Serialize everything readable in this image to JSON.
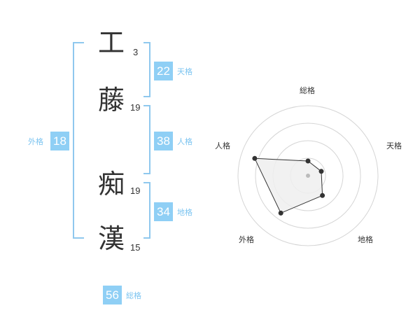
{
  "names": [
    {
      "char": "工",
      "strokes": "3"
    },
    {
      "char": "藤",
      "strokes": "19"
    },
    {
      "char": "痴",
      "strokes": "19"
    },
    {
      "char": "漢",
      "strokes": "15"
    }
  ],
  "fortunes": {
    "tenkaku": {
      "value": "22",
      "label": "天格"
    },
    "jinkaku": {
      "value": "38",
      "label": "人格"
    },
    "chikaku": {
      "value": "34",
      "label": "地格"
    },
    "gaikaku": {
      "value": "18",
      "label": "外格"
    },
    "soukaku": {
      "value": "56",
      "label": "総格"
    }
  },
  "colors": {
    "accent": "#8fcff5",
    "bracket": "#8fc8ee",
    "label_text": "#7cc4f0",
    "kanji_text": "#333333"
  },
  "chart_data": {
    "type": "radar",
    "axes": [
      "総格",
      "天格",
      "地格",
      "外格",
      "人格"
    ],
    "values": [
      0.21,
      0.2,
      0.35,
      0.66,
      0.8
    ],
    "range": [
      0,
      1
    ],
    "rings": 4,
    "grid": true
  }
}
